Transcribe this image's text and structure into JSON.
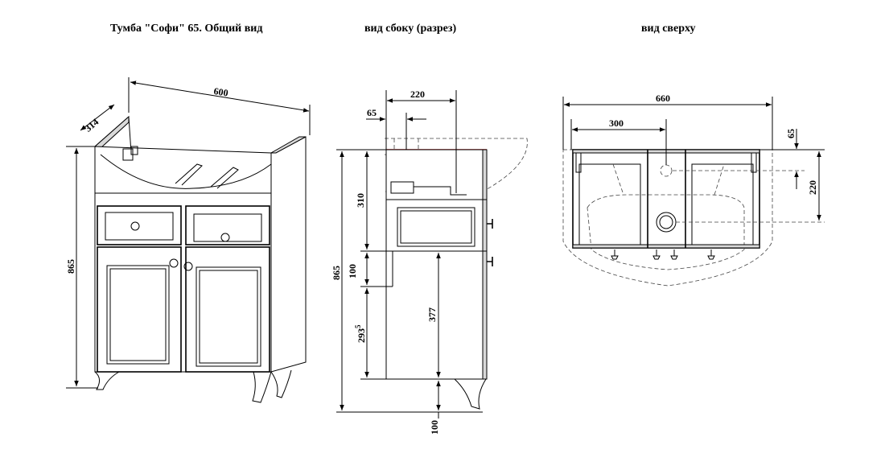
{
  "titles": {
    "general": "Тумба \"Софи\" 65. Общий вид",
    "side": "вид сбоку (разрез)",
    "top": "вид сверху"
  },
  "dims": {
    "general": {
      "width": "600",
      "depth": "314",
      "height": "865"
    },
    "side": {
      "top_width": "220",
      "offset": "65",
      "height_total": "865",
      "h310": "310",
      "h100": "100",
      "h2935": "293",
      "h2935_sup": "5",
      "h377": "377",
      "leg": "100"
    },
    "top": {
      "width": "660",
      "w300": "300",
      "d65": "65",
      "d220": "220"
    }
  },
  "colors": {
    "line": "#000000",
    "panel": "#d9d9d9",
    "accent": "#c00000"
  }
}
